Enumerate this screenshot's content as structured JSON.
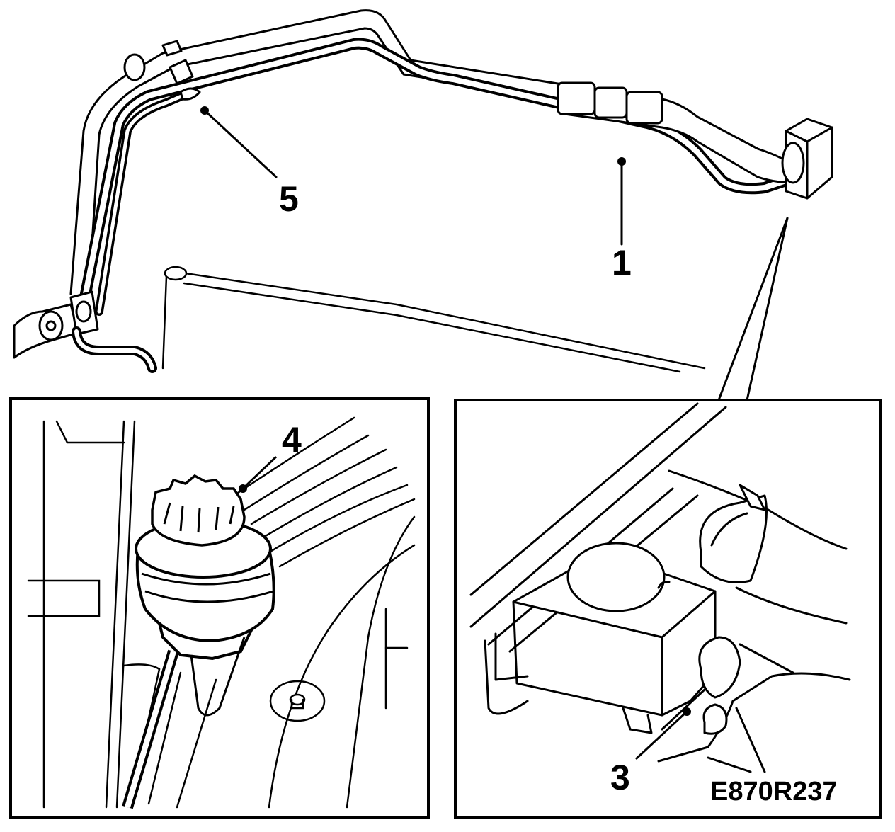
{
  "figure": {
    "callouts": {
      "one": "1",
      "three": "3",
      "four": "4",
      "five": "5"
    },
    "code": "E870R237"
  },
  "colors": {
    "ink": "#000000",
    "paper": "#ffffff"
  }
}
